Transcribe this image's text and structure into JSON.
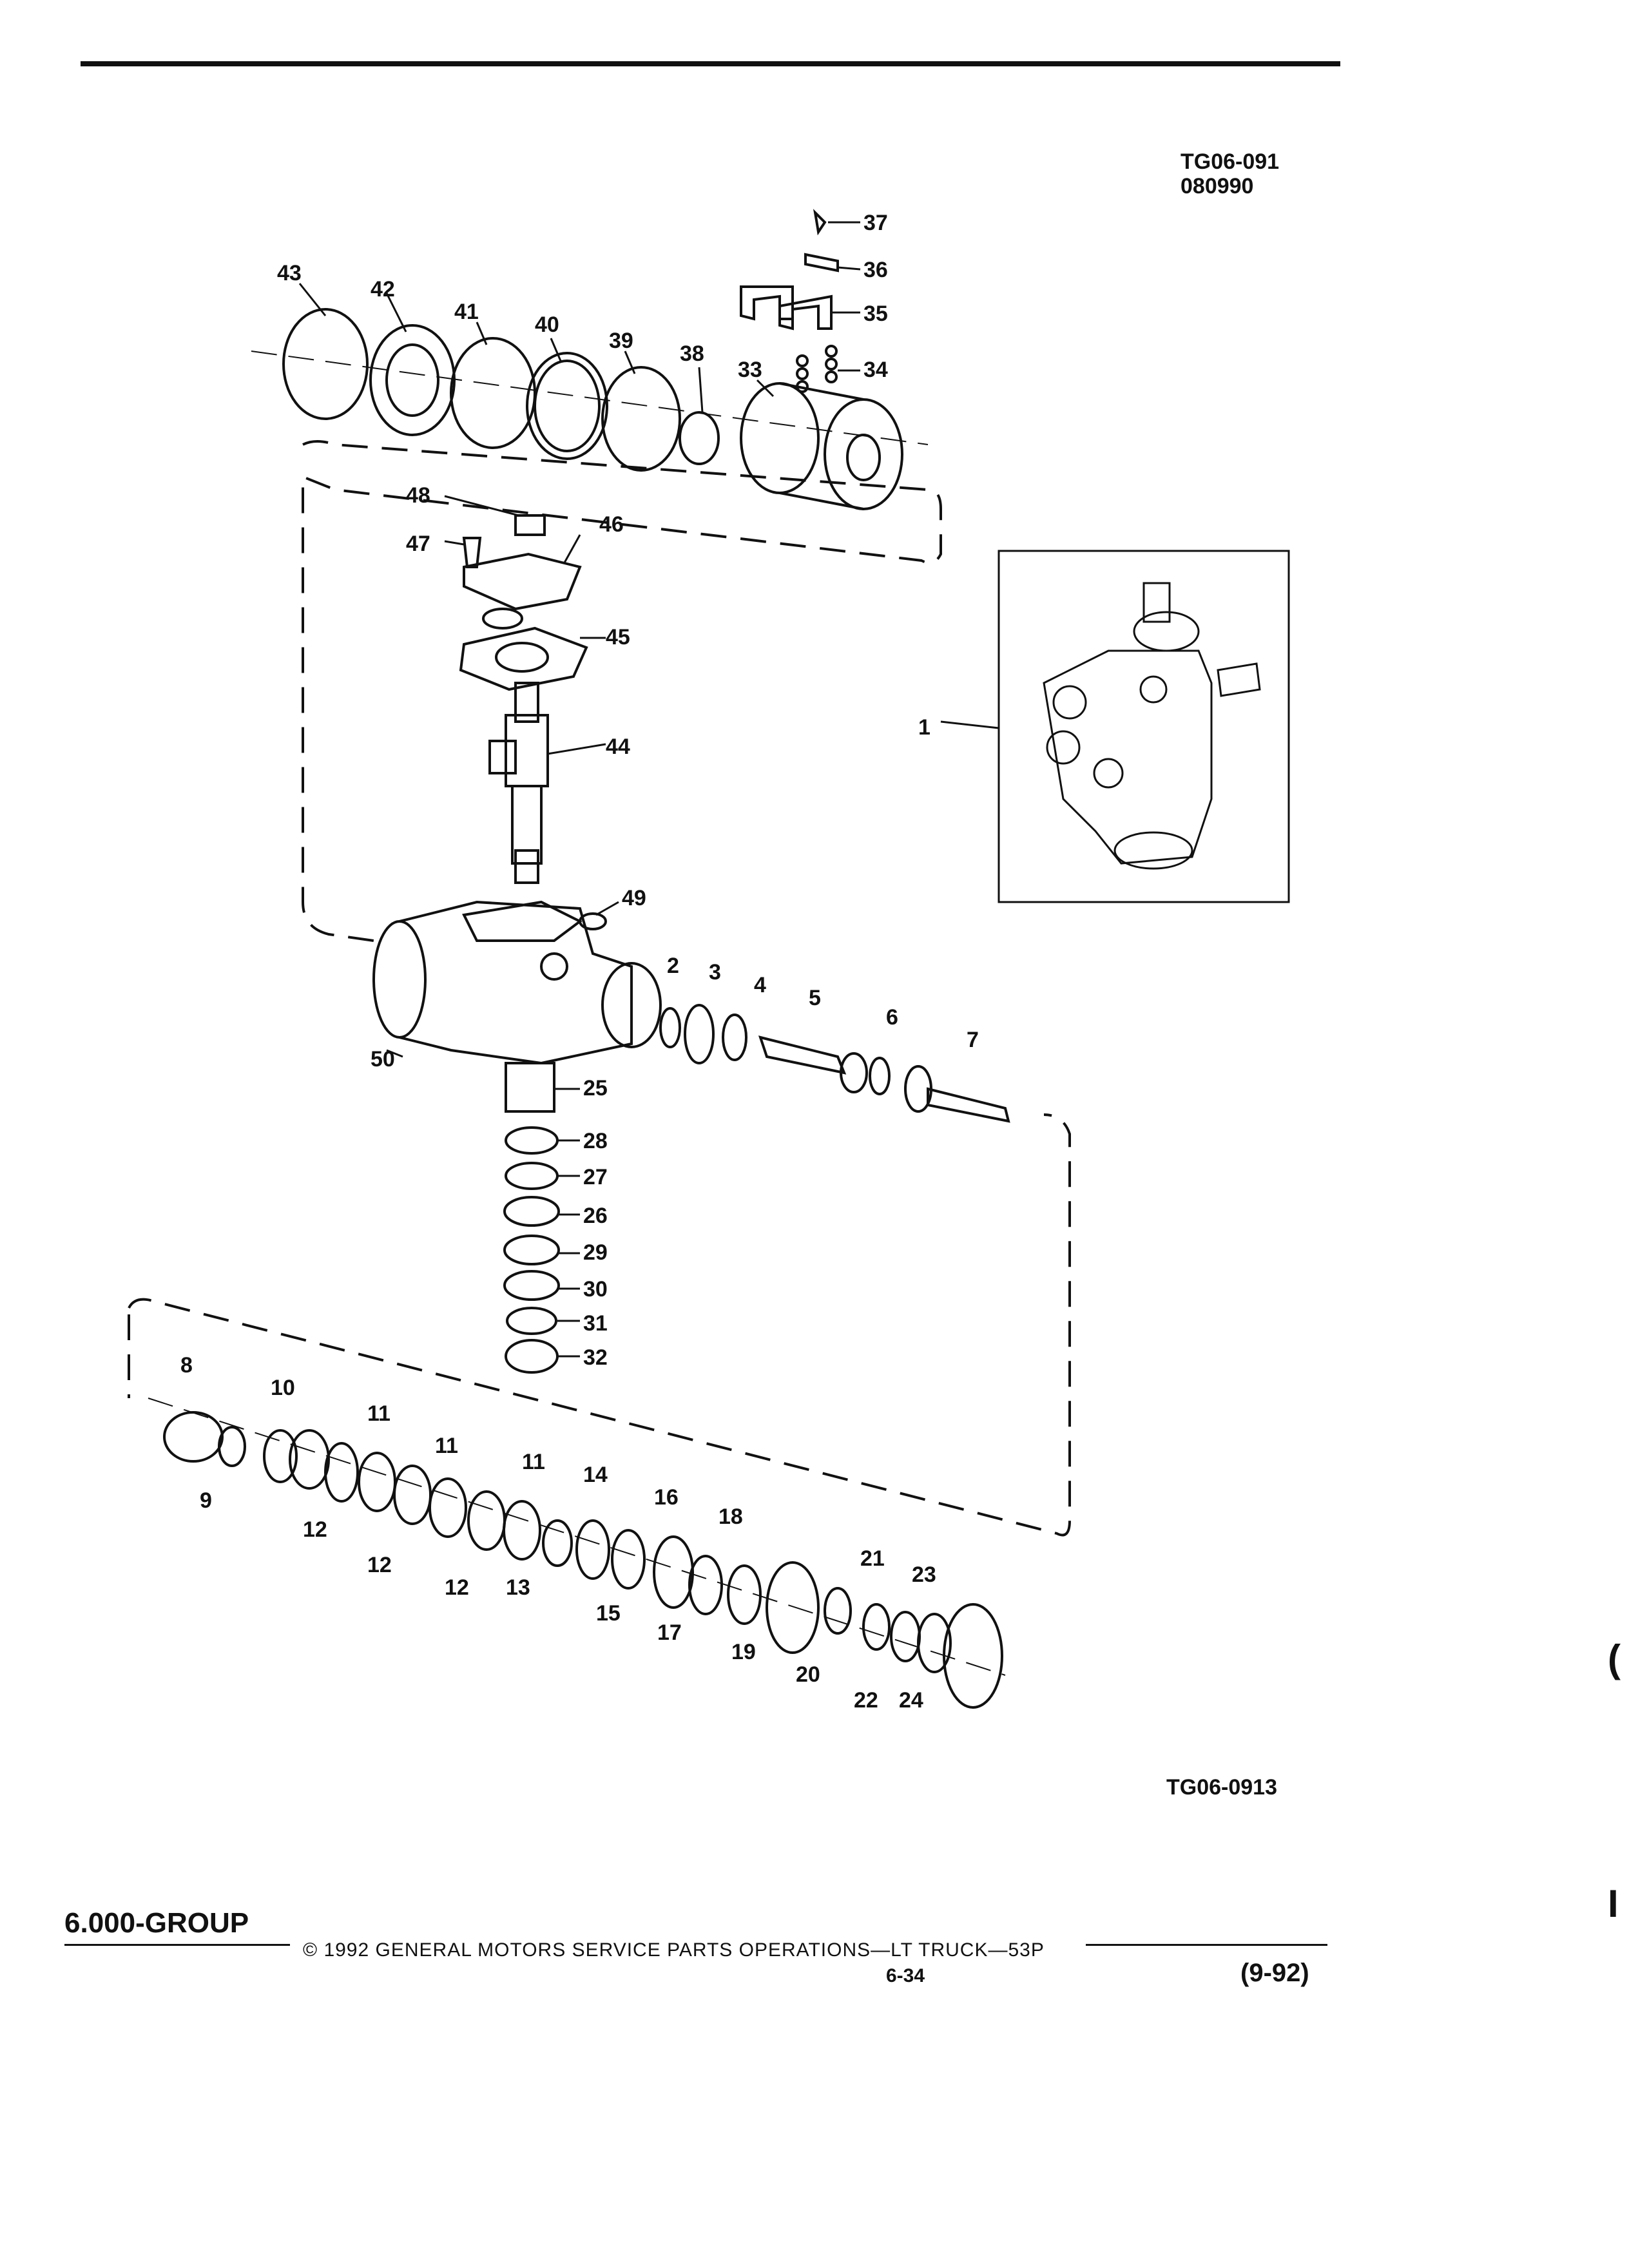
{
  "header": {
    "ref_top_line1": "TG06-091",
    "ref_top_line2": "080990"
  },
  "diagram": {
    "figure_ref": "TG06-0913",
    "callouts": [
      "1",
      "2",
      "3",
      "4",
      "5",
      "6",
      "7",
      "8",
      "9",
      "10",
      "11",
      "12",
      "13",
      "14",
      "15",
      "16",
      "17",
      "18",
      "19",
      "20",
      "21",
      "22",
      "23",
      "24",
      "25",
      "26",
      "27",
      "28",
      "29",
      "30",
      "31",
      "32",
      "33",
      "34",
      "35",
      "36",
      "37",
      "38",
      "39",
      "40",
      "41",
      "42",
      "43",
      "44",
      "45",
      "46",
      "47",
      "48",
      "49",
      "50"
    ]
  },
  "footer": {
    "group": "6.000-GROUP",
    "copyright": "© 1992 GENERAL MOTORS SERVICE PARTS OPERATIONS—LT TRUCK—53P",
    "page": "6-34",
    "date": "(9-92)"
  }
}
